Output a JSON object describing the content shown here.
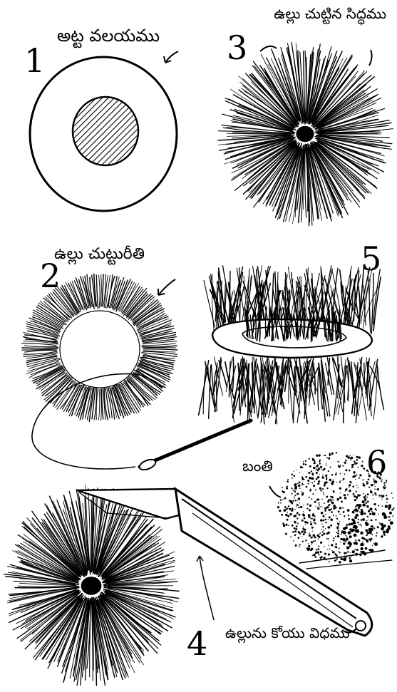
{
  "figures": [
    {
      "number": "1",
      "caption": "అట్ట వలయము"
    },
    {
      "number": "2",
      "caption": "ఉల్లు చుట్టురీతి"
    },
    {
      "number": "3",
      "caption": "ఉల్లు చుట్టిన సిద్ధము"
    },
    {
      "number": "4",
      "caption": "ఉల్లును కోయు విధము"
    },
    {
      "number": "5",
      "caption": ""
    },
    {
      "number": "6",
      "caption": "బంతి"
    }
  ]
}
